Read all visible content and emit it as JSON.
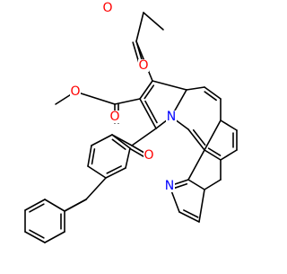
{
  "diagram": {
    "type": "chemical-structure",
    "atom_labels": {
      "o_ester_top_carbonyl": "O",
      "o_ester_top_ether": "O",
      "o_ester_left_carbonyl": "O",
      "o_ester_left_ether": "O",
      "o_ketone": "O",
      "n_pyrrole": "N",
      "n_pyridine": "N"
    },
    "colors": {
      "bond": "#000000",
      "oxygen": "#ff0000",
      "nitrogen": "#0000ff",
      "background": "#ffffff"
    }
  }
}
